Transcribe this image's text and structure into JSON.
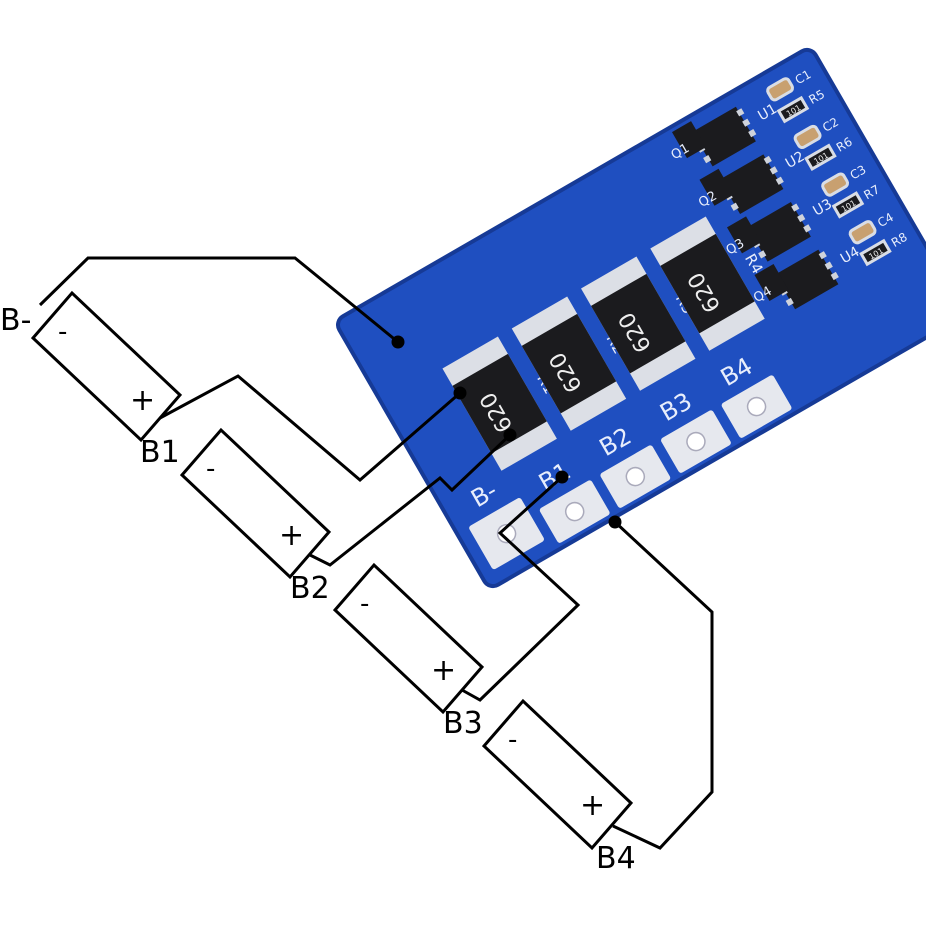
{
  "colors": {
    "pcb": "#1f4fc0",
    "pcb_dark": "#163a96",
    "silk": "#e8eefc",
    "pad": "#e6e8ee",
    "component": "#1b1b1e",
    "wire": "#000000"
  },
  "battery_labels": {
    "bminus": "B-",
    "b1": "B1",
    "b2": "B2",
    "b3": "B3",
    "b4": "B4"
  },
  "polarity": {
    "minus": "-",
    "plus": "+"
  },
  "pcb_labels": {
    "pads": [
      "B-",
      "B1",
      "B2",
      "B3",
      "B4"
    ],
    "resistors": [
      "R1",
      "R2",
      "R3",
      "R4"
    ],
    "resistor_code": "620",
    "ics": [
      "U1",
      "U2",
      "U3",
      "U4"
    ],
    "transistors": [
      "Q1",
      "Q2",
      "Q3",
      "Q4"
    ],
    "caps": [
      "C1",
      "C2",
      "C3",
      "C4"
    ],
    "small_resistors": [
      "R5",
      "R6",
      "R7",
      "R8"
    ],
    "small_resistor_code": "101"
  }
}
